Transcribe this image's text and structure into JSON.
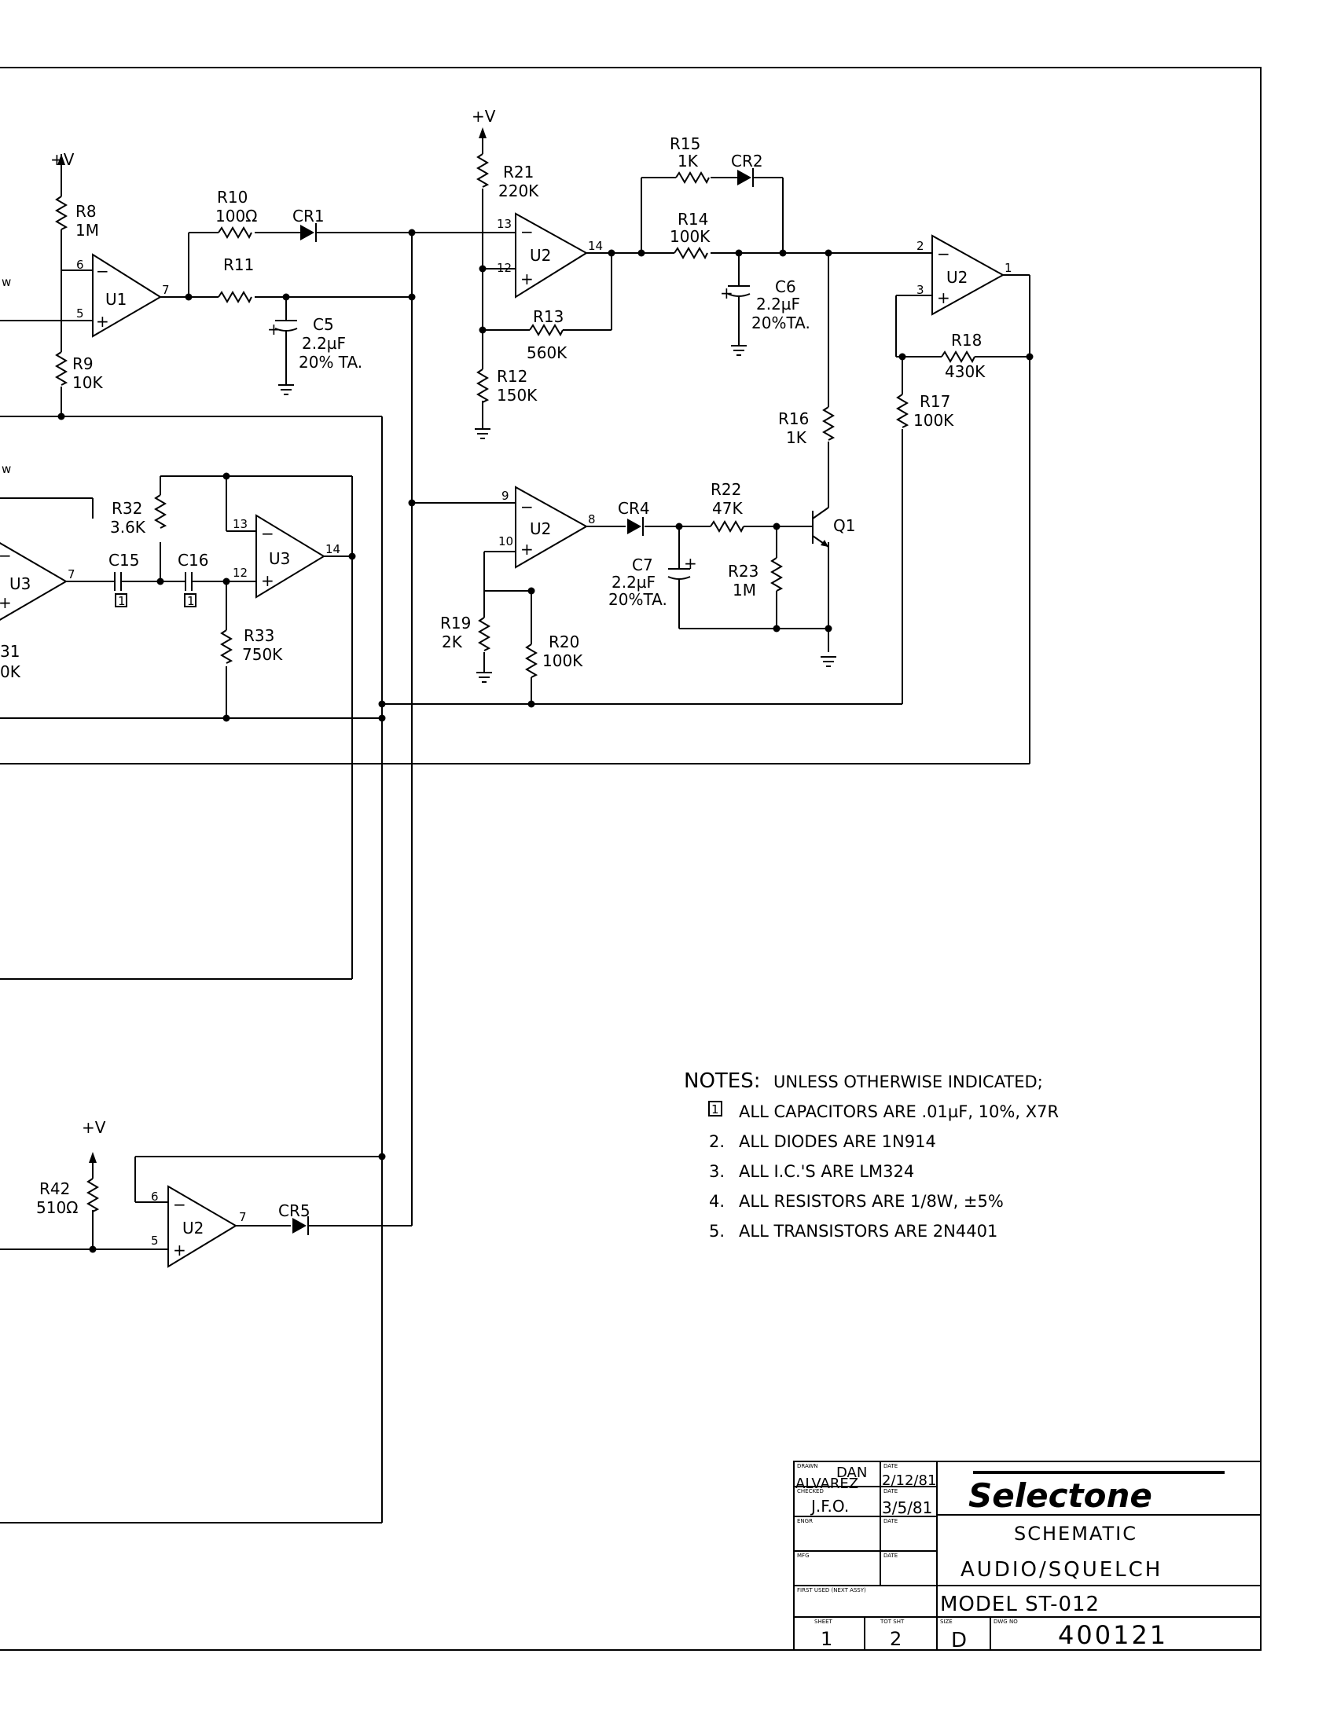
{
  "supply": {
    "vplus": "+V"
  },
  "opamps": {
    "u1": {
      "name": "U1",
      "pin_inv": "6",
      "pin_noninv": "5",
      "pin_out": "7"
    },
    "u2a": {
      "name": "U2",
      "pin_inv": "13",
      "pin_noninv": "12",
      "pin_out": "14"
    },
    "u2b": {
      "name": "U2",
      "pin_inv": "2",
      "pin_noninv": "3",
      "pin_out": "1"
    },
    "u2c": {
      "name": "U2",
      "pin_inv": "9",
      "pin_noninv": "10",
      "pin_out": "8"
    },
    "u3a": {
      "name": "U3",
      "pin_out": "7"
    },
    "u3b": {
      "name": "U3",
      "pin_inv": "13",
      "pin_noninv": "12",
      "pin_out": "14"
    },
    "u2d": {
      "name": "U2",
      "pin_inv": "6",
      "pin_noninv": "5",
      "pin_out": "7"
    },
    "sign_minus": "−",
    "sign_plus": "+"
  },
  "components": {
    "r8": {
      "ref": "R8",
      "value": "1M"
    },
    "r9": {
      "ref": "R9",
      "value": "10K"
    },
    "r10": {
      "ref": "R10",
      "value": "100Ω"
    },
    "r11": {
      "ref": "R11"
    },
    "r12": {
      "ref": "R12",
      "value": "150K"
    },
    "r13": {
      "ref": "R13",
      "value": "560K"
    },
    "r14": {
      "ref": "R14",
      "value": "100K"
    },
    "r15": {
      "ref": "R15",
      "value": "1K"
    },
    "r16": {
      "ref": "R16",
      "value": "1K"
    },
    "r17": {
      "ref": "R17",
      "value": "100K"
    },
    "r18": {
      "ref": "R18",
      "value": "430K"
    },
    "r19": {
      "ref": "R19",
      "value": "2K"
    },
    "r20": {
      "ref": "R20",
      "value": "100K"
    },
    "r21": {
      "ref": "R21",
      "value": "220K"
    },
    "r22": {
      "ref": "R22",
      "value": "47K"
    },
    "r23": {
      "ref": "R23",
      "value": "1M"
    },
    "r31": {
      "ref": "31",
      "value": "0K"
    },
    "r32": {
      "ref": "R32",
      "value": "3.6K"
    },
    "r33": {
      "ref": "R33",
      "value": "750K"
    },
    "r42": {
      "ref": "R42",
      "value": "510Ω"
    },
    "c5": {
      "ref": "C5",
      "value": "2.2µF",
      "tol": "20% TA."
    },
    "c6": {
      "ref": "C6",
      "value": "2.2µF",
      "tol": "20%TA."
    },
    "c7": {
      "ref": "C7",
      "value": "2.2µF",
      "tol": "20%TA."
    },
    "c15": {
      "ref": "C15",
      "note": "1"
    },
    "c16": {
      "ref": "C16",
      "note": "1"
    },
    "cr1": {
      "ref": "CR1"
    },
    "cr2": {
      "ref": "CR2"
    },
    "cr4": {
      "ref": "CR4"
    },
    "cr5": {
      "ref": "CR5"
    },
    "q1": {
      "ref": "Q1"
    },
    "edge_w1": "w",
    "edge_w2": "w"
  },
  "notes": {
    "heading": "NOTES:",
    "subheading": "UNLESS OTHERWISE INDICATED;",
    "items": [
      {
        "num": "1",
        "text": "ALL CAPACITORS ARE .01µF, 10%, X7R"
      },
      {
        "num": "2.",
        "text": "ALL DIODES ARE 1N914"
      },
      {
        "num": "3.",
        "text": "ALL I.C.'S ARE LM324"
      },
      {
        "num": "4.",
        "text": "ALL RESISTORS ARE 1/8W, ±5%"
      },
      {
        "num": "5.",
        "text": "ALL TRANSISTORS ARE 2N4401"
      }
    ]
  },
  "title_block": {
    "drawn_label": "DRAWN",
    "drawn_by_1": "DAN",
    "drawn_by_2": "ALVAREZ",
    "date_label": "DATE",
    "drawn_date": "2/12/81",
    "checked_label": "CHECKED",
    "checked_by": "J.F.O.",
    "checked_date": "3/5/81",
    "engr_label": "ENGR",
    "mfg_label": "MFG",
    "first_used_label": "FIRST USED (NEXT ASSY)",
    "sheet_label": "SHEET",
    "sheet": "1",
    "total_label": "TOT SHT",
    "total": "2",
    "size_label": "SIZE",
    "size": "D",
    "dwg_label": "DWG NO",
    "dwg_no": "400121",
    "company": "Selectone",
    "title1": "SCHEMATIC",
    "title2": "AUDIO/SQUELCH",
    "model": "MODEL ST-012"
  }
}
